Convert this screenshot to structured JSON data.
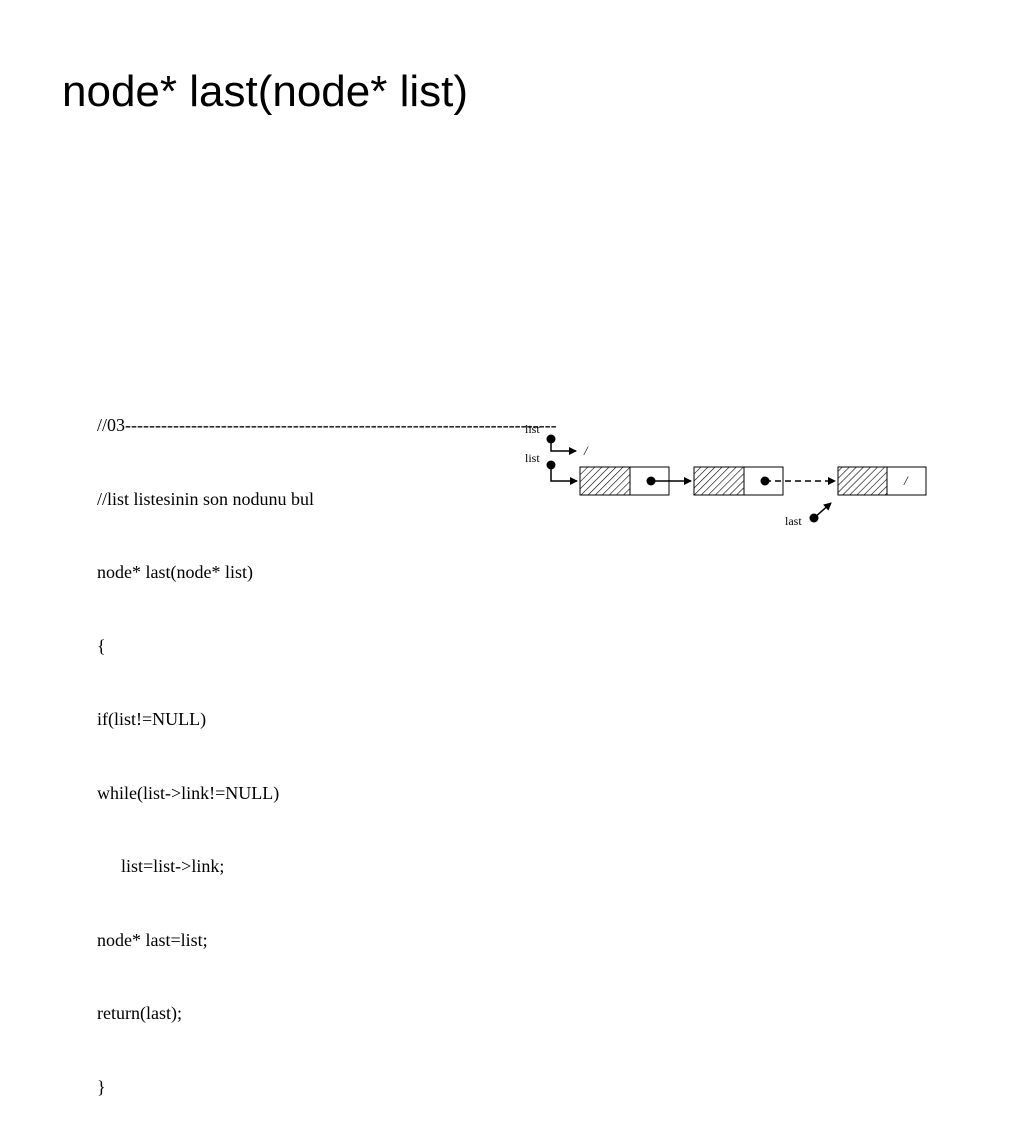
{
  "title": "node* last(node* list)",
  "code_lines": [
    "//03------------------------------------------------------------------------",
    "//list listesinin son nodunu bul",
    "node* last(node* list)",
    "{",
    "if(list!=NULL)",
    "while(list->link!=NULL)",
    "list=list->link;",
    "node* last=list;",
    "return(last);",
    "}"
  ],
  "diagram": {
    "pointer_label_top": "list",
    "pointer_label_mid": "list",
    "pointer_label_last": "last",
    "null_marker_top": "/",
    "null_marker_node": "/"
  }
}
